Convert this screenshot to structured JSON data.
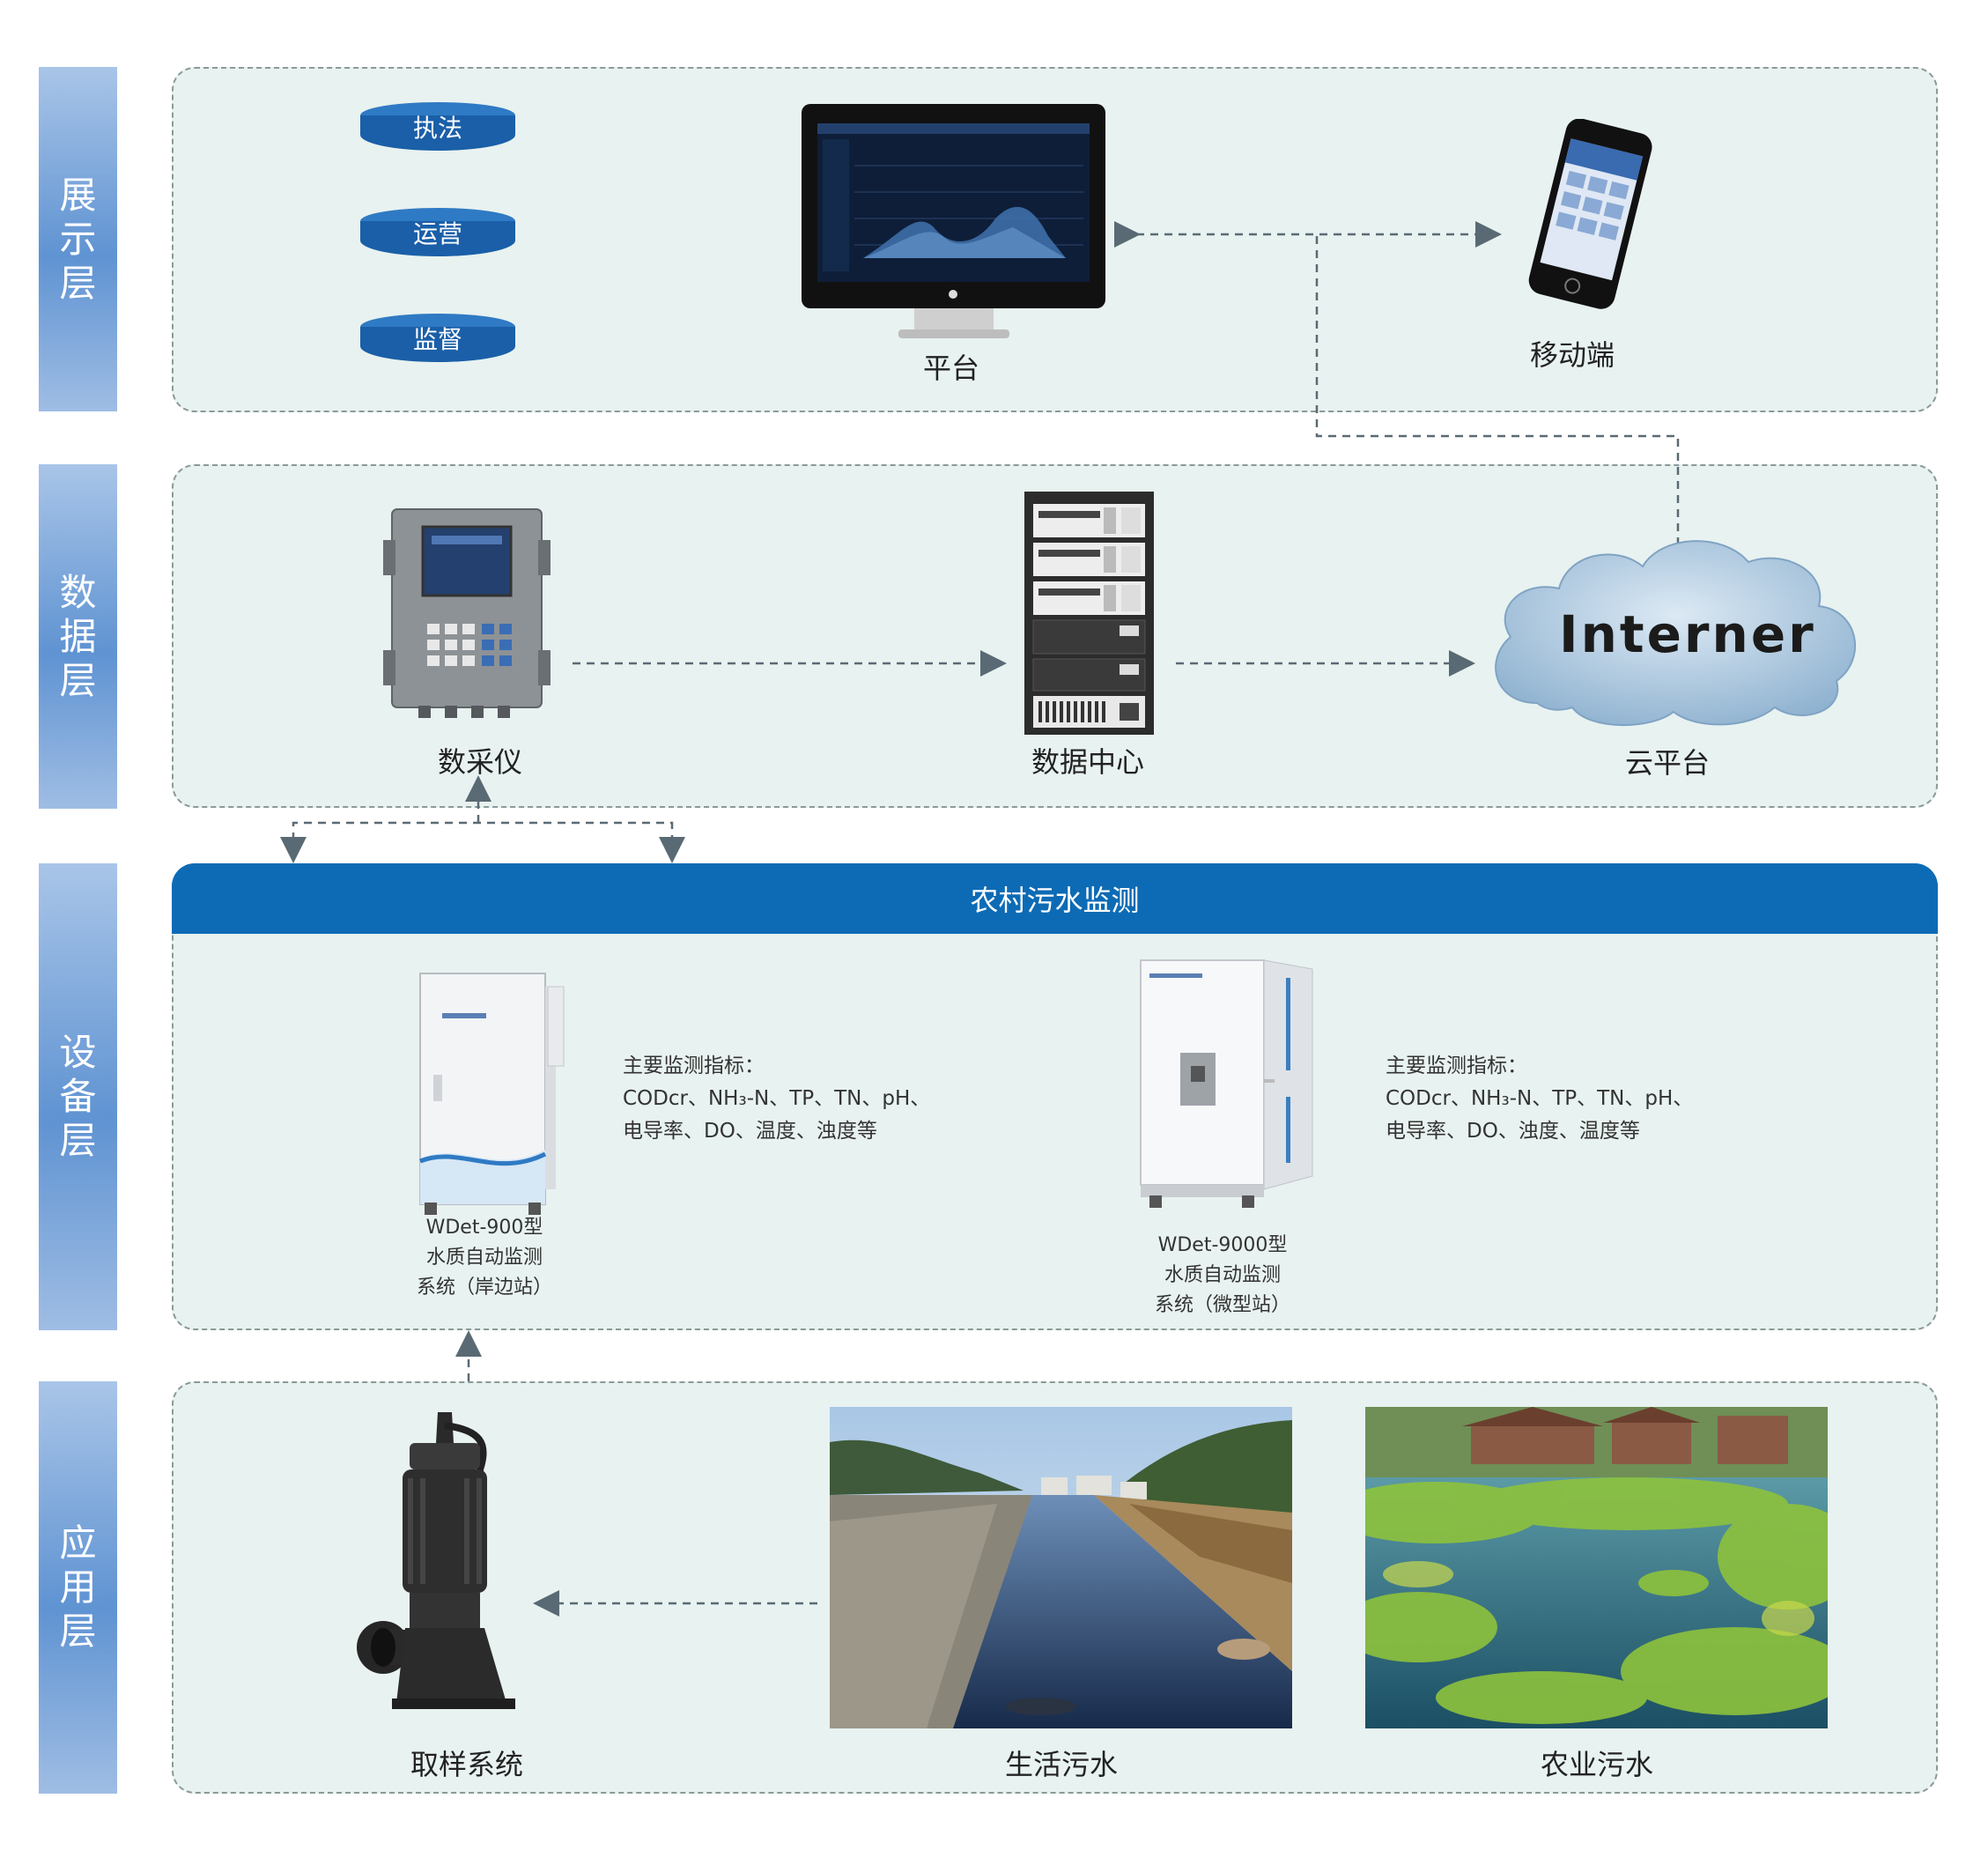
{
  "layers": {
    "display": "展示层",
    "data": "数据层",
    "device": "设备层",
    "application": "应用层"
  },
  "display_layer": {
    "pills": [
      "执法",
      "运营",
      "监督"
    ],
    "platform_label": "平台",
    "mobile_label": "移动端"
  },
  "data_layer": {
    "collector_label": "数采仪",
    "datacenter_label": "数据中心",
    "cloud_text": "Interner",
    "cloud_label": "云平台"
  },
  "device_layer": {
    "banner": "农村污水监测",
    "device1": {
      "line1": "WDet-900型",
      "line2": "水质自动监测",
      "line3": "系统（岸边站）",
      "metrics_title": "主要监测指标：",
      "metrics_line1": "CODcr、NH₃-N、TP、TN、pH、",
      "metrics_line2": "电导率、DO、温度、浊度等"
    },
    "device2": {
      "line1": "WDet-9000型",
      "line2": "水质自动监测",
      "line3": "系统（微型站）",
      "metrics_title": "主要监测指标：",
      "metrics_line1": "CODcr、NH₃-N、TP、TN、pH、",
      "metrics_line2": "电导率、DO、浊度、温度等"
    }
  },
  "application_layer": {
    "sampling_label": "取样系统",
    "domestic_label": "生活污水",
    "agricultural_label": "农业污水"
  },
  "colors": {
    "banner_blue": "#0d6bb5",
    "panel_bg": "#e8f2f0",
    "pill_blue": "#1a5fa8",
    "cloud_blue": "#a6c4dc",
    "arrow_gray": "#5a6a74"
  }
}
